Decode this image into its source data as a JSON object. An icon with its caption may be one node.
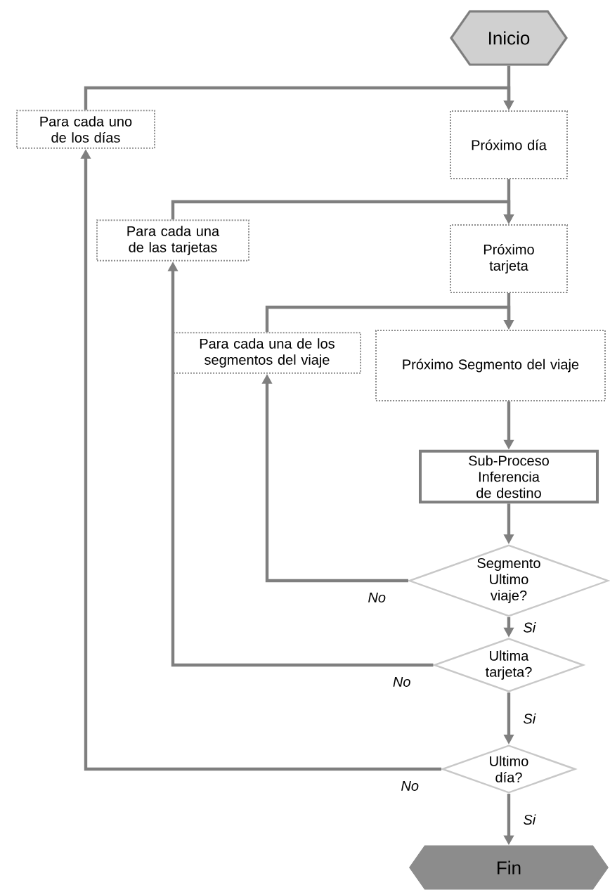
{
  "diagram": {
    "nodes": [
      {
        "text": [
          "Inicio"
        ]
      },
      {
        "text": [
          "Para cada uno de los días"
        ]
      },
      {
        "text": [
          "Próximo día"
        ]
      },
      {
        "text": [
          "Para cada una de las tarjetas"
        ]
      },
      {
        "text": [
          "Próximo tarjeta"
        ]
      },
      {
        "text": [
          "Para cada una de los segmentos del viaje"
        ]
      },
      {
        "text": [
          "Próximo Segmento del viaje"
        ]
      },
      {
        "text": [
          "Sub-Proceso Inferencia de destino"
        ]
      },
      {
        "text": [
          "Segmento Ultimo viaje?"
        ]
      },
      {
        "text": [
          "Ultima tarjeta?"
        ]
      },
      {
        "text": [
          "Ultimo día?"
        ]
      },
      {
        "text": [
          "Fin"
        ]
      }
    ],
    "edges": [
      {
        "from": 0,
        "to": 2,
        "arrow": "to"
      },
      {
        "from": 1,
        "to": 2,
        "arrow": "to"
      },
      {
        "from": 2,
        "to": 4,
        "arrow": "to"
      },
      {
        "from": 3,
        "to": 4,
        "arrow": "to"
      },
      {
        "from": 4,
        "to": 6,
        "arrow": "to"
      },
      {
        "from": 5,
        "to": 6,
        "arrow": "to"
      },
      {
        "from": 6,
        "to": 7,
        "arrow": "to"
      },
      {
        "from": 7,
        "to": 8,
        "arrow": "to"
      },
      {
        "from": 8,
        "to": 5,
        "arrow": "to",
        "label": "No"
      },
      {
        "from": 8,
        "to": 9,
        "arrow": "to",
        "label": "Si"
      },
      {
        "from": 9,
        "to": 3,
        "arrow": "to",
        "label": "No"
      },
      {
        "from": 9,
        "to": 10,
        "arrow": "to",
        "label": "Si"
      },
      {
        "from": 10,
        "to": 1,
        "arrow": "to",
        "label": "No"
      },
      {
        "from": 10,
        "to": 11,
        "arrow": "to",
        "label": "Si"
      }
    ]
  }
}
